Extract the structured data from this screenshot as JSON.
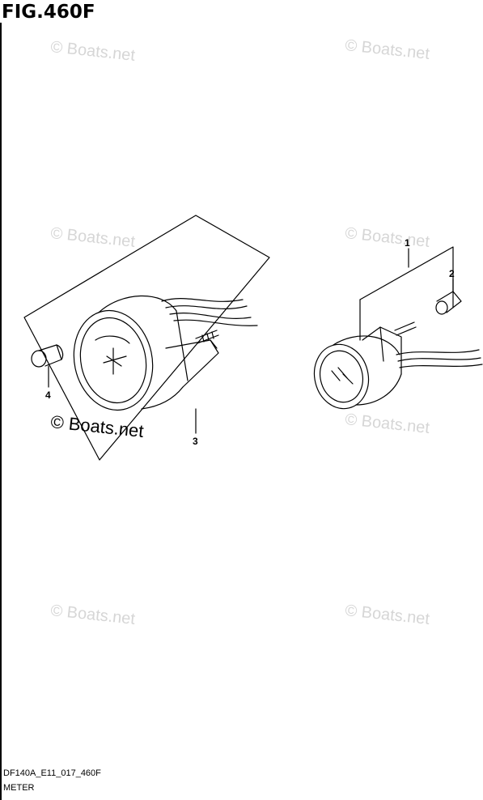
{
  "figure": {
    "title": "FIG.460F",
    "code": "DF140A_E11_017_460F",
    "name": "METER"
  },
  "callouts": [
    "1",
    "2",
    "3",
    "4"
  ],
  "watermark": {
    "text": "© Boats.net",
    "color_faint": "#d6d6d6",
    "color_strong": "#000000"
  }
}
